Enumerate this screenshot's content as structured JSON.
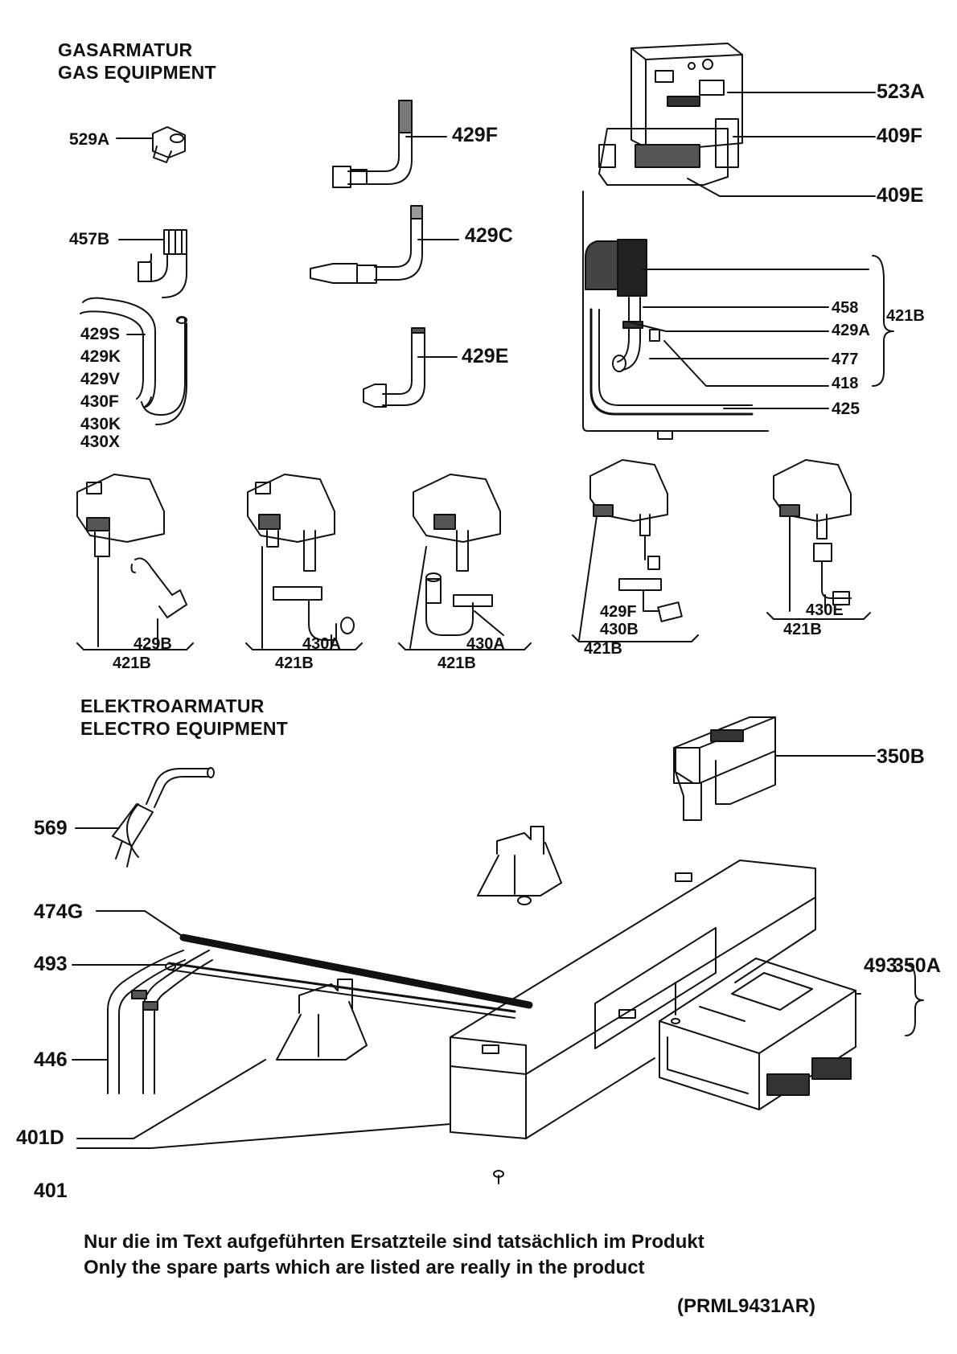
{
  "gas_section": {
    "title_de": "GASARMATUR",
    "title_en": "GAS EQUIPMENT"
  },
  "electro_section": {
    "title_de": "ELEKTROARMATUR",
    "title_en": "ELECTRO EQUIPMENT"
  },
  "labels": {
    "p529A": "529A",
    "p429F": "429F",
    "p523A": "523A",
    "p409F": "409F",
    "p409E": "409E",
    "p457B": "457B",
    "p429C": "429C",
    "p429S": "429S",
    "p429K": "429K",
    "p429V": "429V",
    "p430F": "430F",
    "p430K": "430K",
    "p430X": "430X",
    "p429E": "429E",
    "p458": "458",
    "p429A": "429A",
    "p477": "477",
    "p418": "418",
    "p425": "425",
    "p421B_main": "421B",
    "v1_429B": "429B",
    "v1_421B": "421B",
    "v2_430A": "430A",
    "v2_421B": "421B",
    "v3_430A": "430A",
    "v3_421B": "421B",
    "v4_429F": "429F",
    "v4_430B": "430B",
    "v4_421B": "421B",
    "v5_430E": "430E",
    "v5_421B": "421B",
    "p350B": "350B",
    "p569": "569",
    "p474G": "474G",
    "p493": "493",
    "p493b": "493",
    "p350A": "350A",
    "p446": "446",
    "p401D": "401D",
    "p401": "401"
  },
  "footer": {
    "note_de": "Nur die im Text aufgeführten Ersatzteile sind tatsächlich im Produkt",
    "note_en": "Only the spare parts which are listed are really in the product",
    "code": "(PRML9431AR)"
  }
}
